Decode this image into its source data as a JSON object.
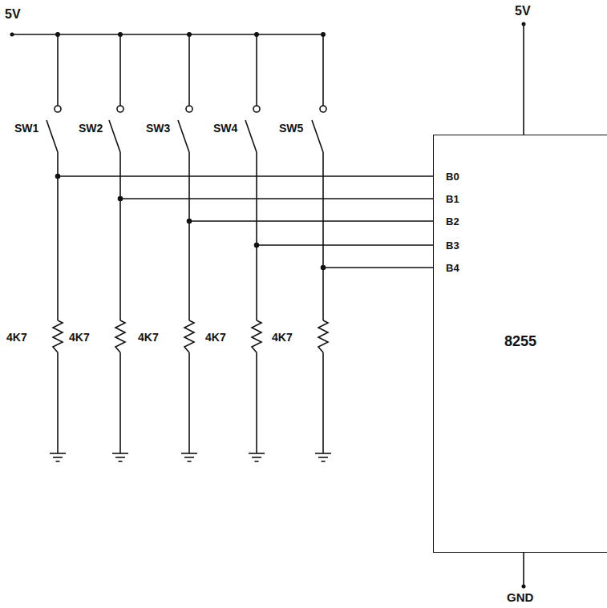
{
  "diagram": {
    "nodes": [
      {
        "text": [
          "8255"
        ]
      }
    ],
    "labels": [
      "5V",
      "SW1",
      "SW2",
      "SW3",
      "SW4",
      "SW5",
      "B0",
      "B1",
      "B2",
      "B3",
      "B4",
      "4K7",
      "4K7",
      "4K7",
      "4K7",
      "4K7",
      "5V",
      "GND"
    ]
  }
}
